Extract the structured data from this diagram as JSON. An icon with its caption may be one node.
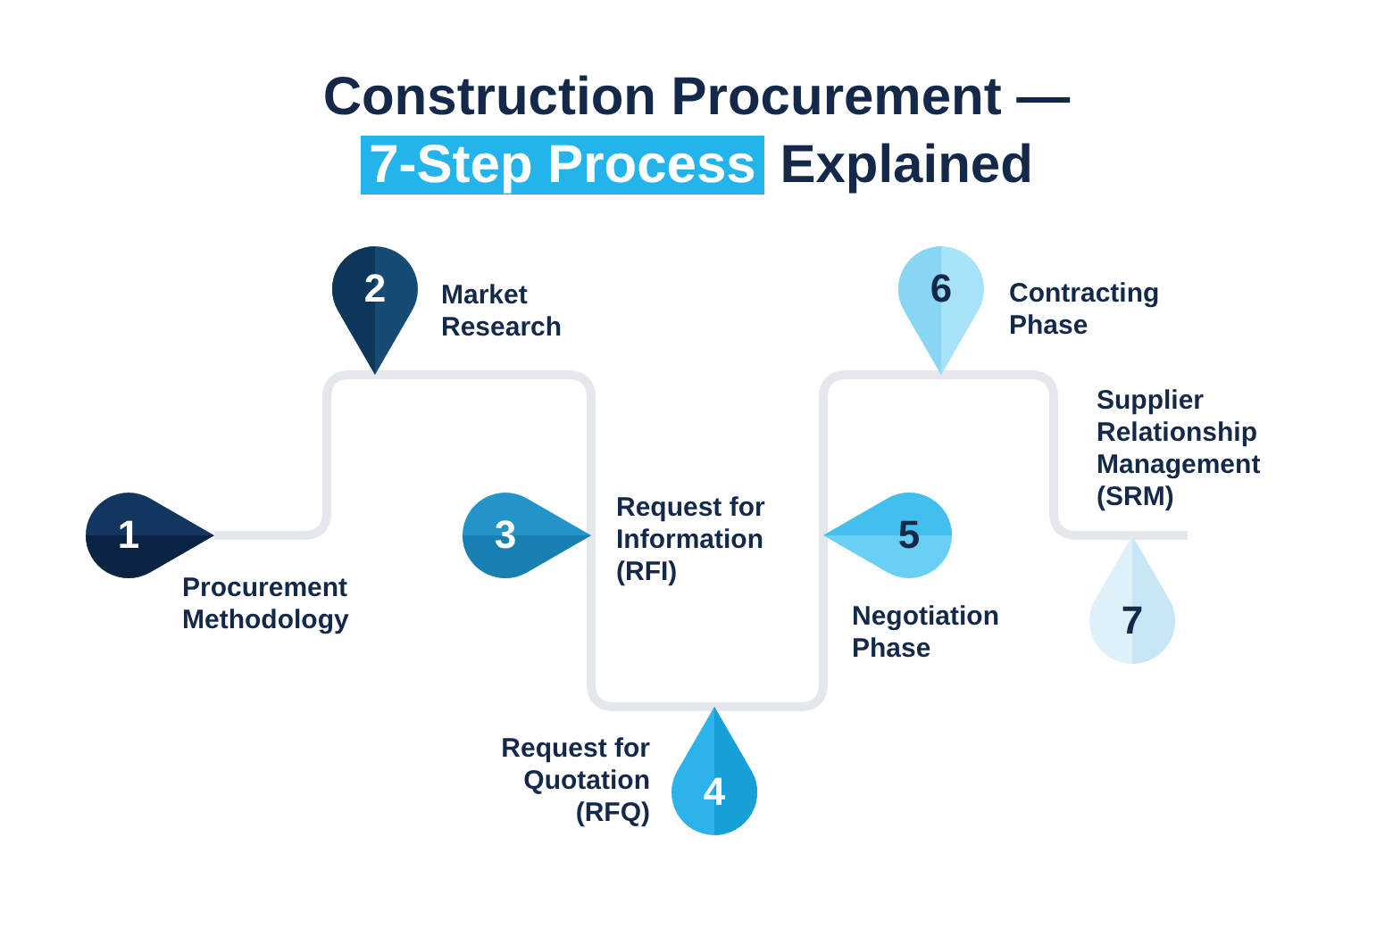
{
  "diagram": {
    "title": "Construction Procurement — *7-Step Process* Explained",
    "nodes": [
      {
        "text": [
          "1"
        ],
        "beside": [
          "Procurement Methodology"
        ]
      },
      {
        "text": [
          "2"
        ],
        "beside": [
          "Market Research"
        ]
      },
      {
        "text": [
          "3"
        ],
        "beside": [
          "Request for Information (RFI)"
        ]
      },
      {
        "text": [
          "4"
        ],
        "beside": [
          "Request for Quotation (RFQ)"
        ]
      },
      {
        "text": [
          "5"
        ],
        "beside": [
          "Negotiation Phase"
        ]
      },
      {
        "text": [
          "6"
        ],
        "beside": [
          "Contracting Phase"
        ]
      },
      {
        "text": [
          "7"
        ],
        "beside": [
          "Supplier Relationship Management (SRM)"
        ]
      }
    ],
    "edges": [
      {
        "from": 0,
        "to": 1,
        "arrow": "none"
      },
      {
        "from": 1,
        "to": 2,
        "arrow": "none"
      },
      {
        "from": 2,
        "to": 3,
        "arrow": "none"
      },
      {
        "from": 3,
        "to": 4,
        "arrow": "none"
      },
      {
        "from": 4,
        "to": 5,
        "arrow": "none"
      },
      {
        "from": 5,
        "to": 6,
        "arrow": "none"
      }
    ]
  }
}
